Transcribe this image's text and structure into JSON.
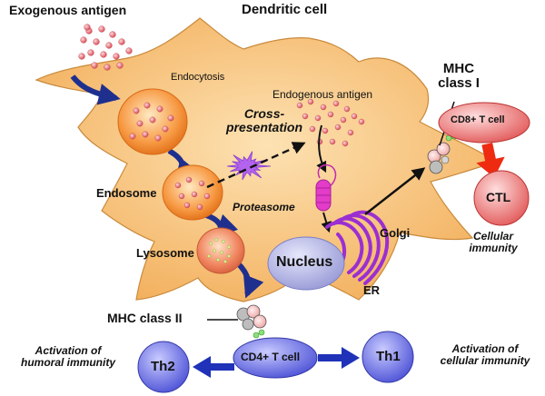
{
  "labels": {
    "exogenous_antigen": "Exogenous antigen",
    "dendritic_cell": "Dendritic cell",
    "endocytosis": "Endocytosis",
    "endogenous_antigen": "Endogenous antigen",
    "cross_presentation_1": "Cross-",
    "cross_presentation_2": "presentation",
    "mhc_class_i_1": "MHC",
    "mhc_class_i_2": "class I",
    "cd8_t_cell": "CD8+ T cell",
    "ctl": "CTL",
    "cellular_immunity_1": "Cellular",
    "cellular_immunity_2": "immunity",
    "endosome": "Endosome",
    "proteasome": "Proteasome",
    "golgi": "Golgi",
    "lysosome": "Lysosome",
    "nucleus": "Nucleus",
    "er": "ER",
    "mhc_class_ii": "MHC class II",
    "activation_humoral_1": "Activation of",
    "activation_humoral_2": "humoral immunity",
    "th2": "Th2",
    "cd4_t_cell": "CD4+ T cell",
    "th1": "Th1",
    "activation_cellular_1": "Activation of",
    "activation_cellular_2": "cellular immunity"
  },
  "colors": {
    "cell_fill": "#f7c27a",
    "vesicle_orange": "#f08a3a",
    "antigen_red": "#e86d74",
    "proteasome_magenta": "#e33cc8",
    "golgi_purple": "#9b2fd1",
    "nucleus_lavender": "#b7b9e6",
    "arrow_navy": "#1f2f8e",
    "t_cell_blue": "#5c62e0",
    "cd8_red": "#e86a6a",
    "arrow_red": "#ee2a10"
  }
}
